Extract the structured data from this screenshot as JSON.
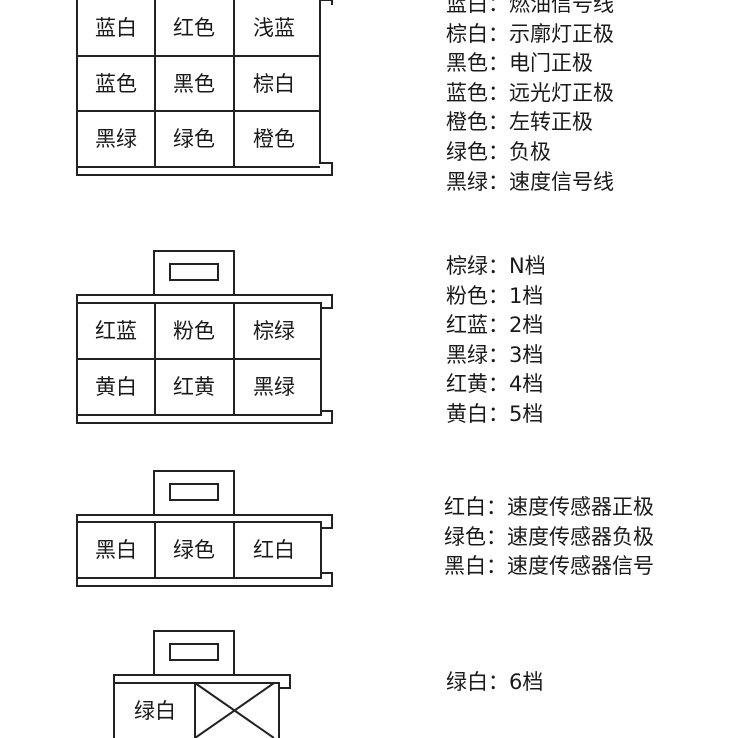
{
  "connectors": [
    {
      "id": "c1",
      "rows": [
        [
          "蓝白",
          "红色",
          "浅蓝"
        ],
        [
          "蓝色",
          "黑色",
          "棕白"
        ],
        [
          "黑绿",
          "绿色",
          "橙色"
        ]
      ],
      "legend": [
        "蓝白：燃油信号线",
        "棕白：示廓灯正极",
        "黑色：电门正极",
        "蓝色：远光灯正极",
        "橙色：左转正极",
        "绿色：负极",
        "黑绿：速度信号线"
      ]
    },
    {
      "id": "c2",
      "rows": [
        [
          "红蓝",
          "粉色",
          "棕绿"
        ],
        [
          "黄白",
          "红黄",
          "黑绿"
        ]
      ],
      "legend": [
        "棕绿：N档",
        "粉色：1档",
        "红蓝：2档",
        "黑绿：3档",
        "红黄：4档",
        "黄白：5档"
      ]
    },
    {
      "id": "c3",
      "rows": [
        [
          "黑白",
          "绿色",
          "红白"
        ]
      ],
      "legend": [
        "红白：速度传感器正极",
        "绿色：速度传感器负极",
        "黑白：速度传感器信号"
      ]
    },
    {
      "id": "c4",
      "rows": [
        [
          "绿白",
          "",
          ""
        ]
      ],
      "legend": [
        "绿白：6档"
      ]
    }
  ]
}
